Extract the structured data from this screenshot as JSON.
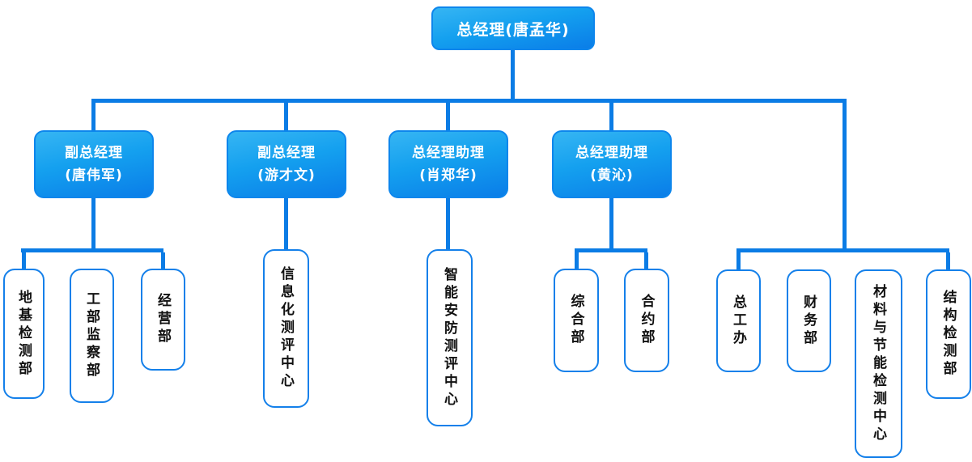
{
  "org_chart": {
    "root": {
      "label": "总经理(唐孟华)"
    },
    "executives": [
      {
        "title": "副总经理",
        "name": "(唐伟军)"
      },
      {
        "title": "副总经理",
        "name": "(游才文)"
      },
      {
        "title": "总经理助理",
        "name": "(肖郑华)"
      },
      {
        "title": "总经理助理",
        "name": "(黄沁)"
      }
    ],
    "departments": [
      {
        "label": "地基检测部"
      },
      {
        "label": "工部监察部"
      },
      {
        "label": "经营部"
      },
      {
        "label": "信息化测评中心"
      },
      {
        "label": "智能安防测评中心"
      },
      {
        "label": "综合部"
      },
      {
        "label": "合约部"
      },
      {
        "label": "总工办"
      },
      {
        "label": "财务部"
      },
      {
        "label": "材料与节能检测中心"
      },
      {
        "label": "结构检测部"
      }
    ],
    "colors": {
      "connector": "#0b7ce5",
      "node_gradient_top": "#36b5f3",
      "node_gradient_bottom": "#0a7de8",
      "node_border": "#0d86ec",
      "node_text": "#ffffff",
      "dept_border": "#1480ea",
      "dept_text": "#111111"
    }
  }
}
